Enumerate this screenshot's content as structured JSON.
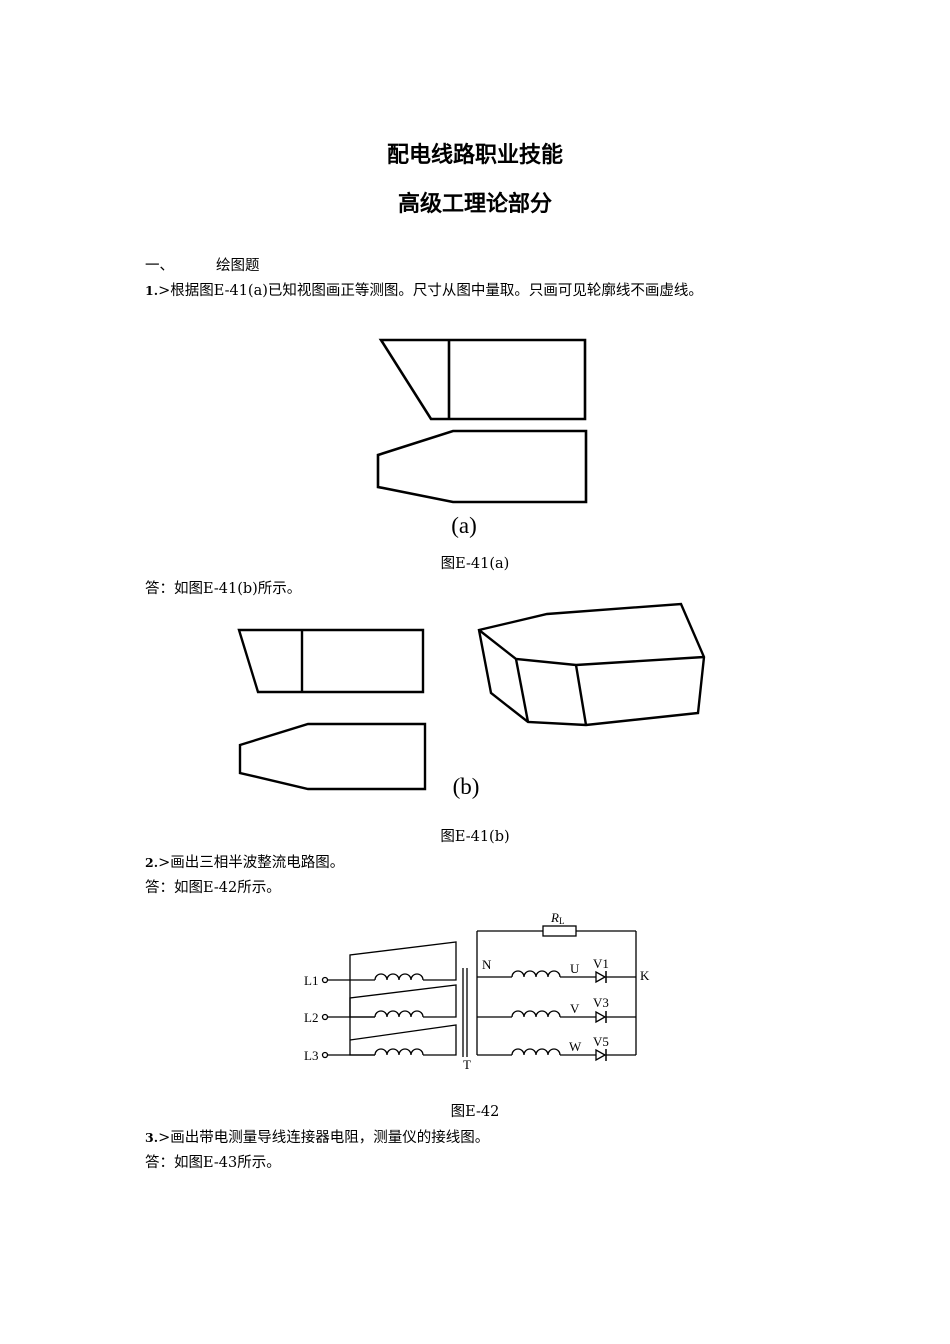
{
  "title": "配电线路职业技能",
  "subtitle": "高级工理论部分",
  "section": {
    "number": "一、",
    "name": "绘图题"
  },
  "questions": [
    {
      "num": "1.",
      "text": ">根据图E-41(a)已知视图画正等测图。尺寸从图中量取。只画可见轮廓线不画虚线。",
      "figure_a_label": "(a)",
      "caption_a": "图E-41(a)",
      "answer": "答：如图E-41(b)所示。",
      "figure_b_label": "(b)",
      "caption_b": "图E-41(b)"
    },
    {
      "num": "2.",
      "text": ">画出三相半波整流电路图。",
      "answer": "答：如图E-42所示。",
      "caption": "图E-42"
    },
    {
      "num": "3.",
      "text": ">画出带电测量导线连接器电阻，测量仪的接线图。",
      "answer": "答：如图E-43所示。"
    }
  ],
  "circuit": {
    "inputs": [
      "L1",
      "L2",
      "L3"
    ],
    "transformer": "T",
    "neutral": "N",
    "load_r": "R",
    "load_sub": "L",
    "phases": [
      "U",
      "V",
      "W"
    ],
    "diodes": [
      "V1",
      "V3",
      "V5"
    ],
    "output": "K"
  }
}
